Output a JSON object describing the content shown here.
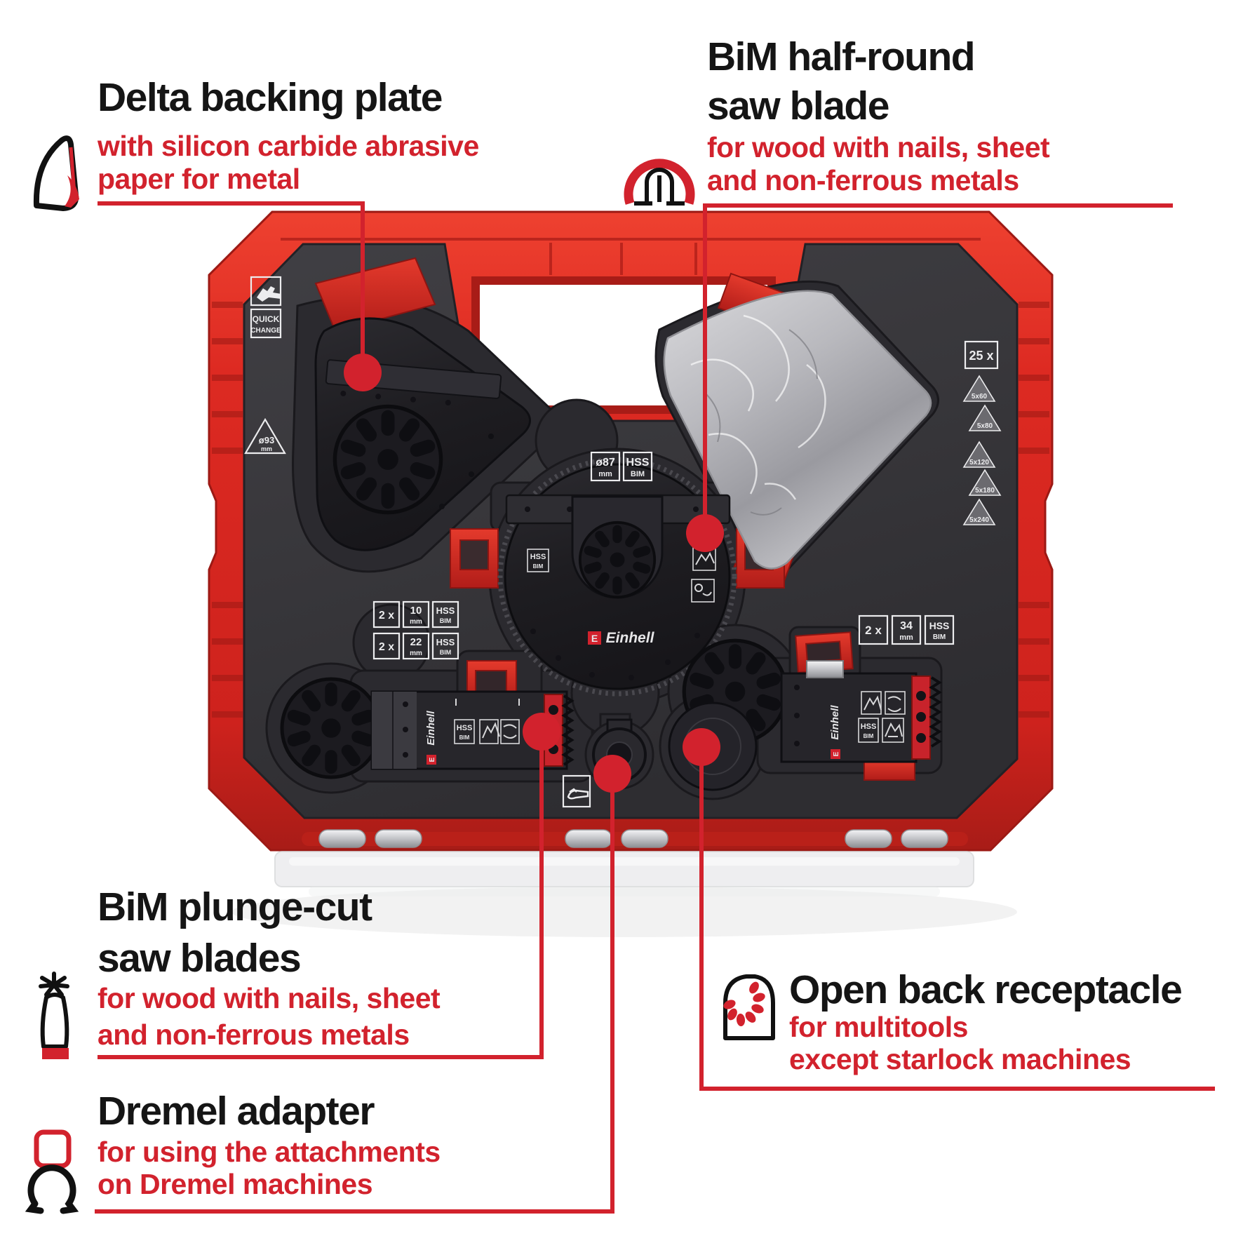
{
  "colors": {
    "accent_red": "#d2222d",
    "case_red": "#dd2a22",
    "case_red_dark": "#a81c17",
    "foam_gray": "#38373b",
    "blade_dark": "#1e1d21",
    "white_print": "#ececee"
  },
  "callouts": {
    "delta": {
      "title": "Delta backing plate",
      "subtitle1": "with silicon carbide abrasive",
      "subtitle2": "paper for metal"
    },
    "halfround": {
      "title1": "BiM half-round",
      "title2": "saw blade",
      "subtitle1": "for wood with nails, sheet",
      "subtitle2": "and non-ferrous metals"
    },
    "plunge": {
      "title1": "BiM plunge-cut",
      "title2": "saw blades",
      "subtitle1": "for wood with nails, sheet",
      "subtitle2": "and non-ferrous metals"
    },
    "dremel": {
      "title": "Dremel adapter",
      "subtitle1": "for using the attachments",
      "subtitle2": "on Dremel machines"
    },
    "openback": {
      "title": "Open back receptacle",
      "subtitle1": "for multitools",
      "subtitle2": "except starlock machines"
    }
  },
  "case_labels": {
    "quick_change_line1": "QUICK",
    "quick_change_line2": "CHANGE",
    "diameter_93": "ø93",
    "diameter_87": "ø87",
    "unit_mm": "mm",
    "hss": "HSS",
    "bim": "BIM",
    "count_25": "25 x",
    "grits": [
      "5x60",
      "5x80",
      "5x120",
      "5x180",
      "5x240"
    ],
    "qty_2x": "2 x",
    "size_10": "10",
    "size_22": "22",
    "size_34": "34",
    "brand": "Einhell",
    "brand_initial": "E"
  }
}
